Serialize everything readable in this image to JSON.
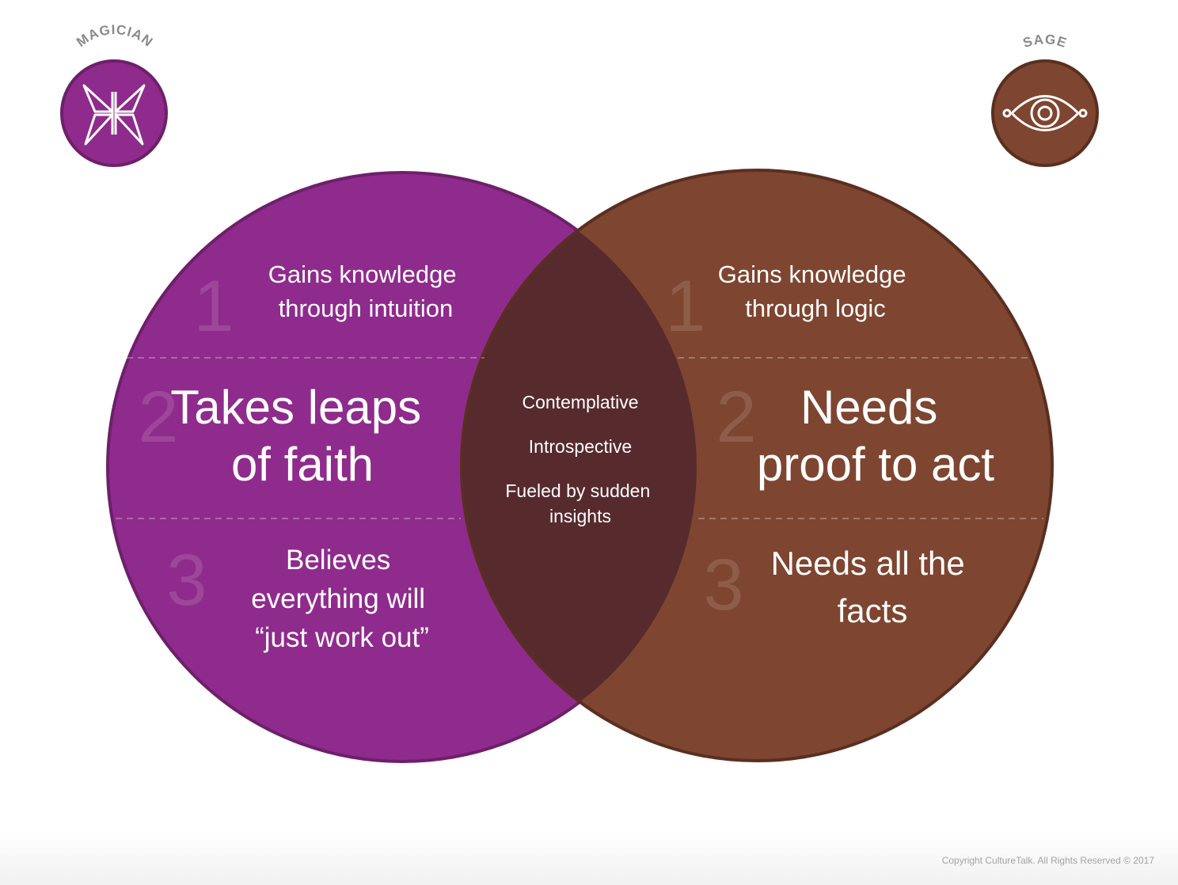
{
  "colors": {
    "magician": "#8f2b8c",
    "magician_stroke": "#6e1f6b",
    "sage": "#7e4530",
    "sage_stroke": "#5a2f20",
    "overlap": "#572a2d",
    "text": "#ffffff",
    "label_gray": "#8a8a8a"
  },
  "archetypes": {
    "left": {
      "label": "MAGICIAN",
      "icon": "butterfly-icon"
    },
    "right": {
      "label": "SAGE",
      "icon": "eye-icon"
    }
  },
  "rows": [
    {
      "number": "1",
      "left": [
        "Gains knowledge",
        "through intuition"
      ],
      "right": [
        "Gains knowledge",
        "through logic"
      ]
    },
    {
      "number": "2",
      "left": [
        "Takes leaps",
        "of faith"
      ],
      "right": [
        "Needs",
        "proof to act"
      ]
    },
    {
      "number": "3",
      "left": [
        "Believes",
        "everything will",
        "“just work out”"
      ],
      "right": [
        "Needs all the",
        "facts"
      ]
    }
  ],
  "overlap_items": [
    [
      "Contemplative"
    ],
    [
      "Introspective"
    ],
    [
      "Fueled by sudden",
      "insights"
    ]
  ],
  "footer": {
    "copyright": "Copyright CultureTalk. All Rights Reserved © 2017"
  }
}
